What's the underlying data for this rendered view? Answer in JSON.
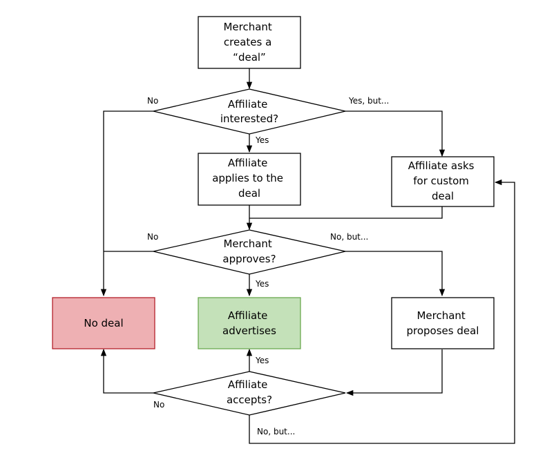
{
  "colors": {
    "default_fill": "#ffffff",
    "default_stroke": "#000000",
    "no_deal_fill": "#eeb0b3",
    "no_deal_stroke": "#b3202a",
    "advertises_fill": "#c4e1b9",
    "advertises_stroke": "#6aa84f"
  },
  "nodes": {
    "merchant_creates_deal": [
      "Merchant",
      "creates a",
      "“deal”"
    ],
    "affiliate_interested": [
      "Affiliate",
      "interested?"
    ],
    "affiliate_applies": [
      "Affiliate",
      "applies to the",
      "deal"
    ],
    "affiliate_asks_custom": [
      "Affiliate asks",
      "for custom",
      "deal"
    ],
    "merchant_approves": [
      "Merchant",
      "approves?"
    ],
    "no_deal": [
      "No deal"
    ],
    "affiliate_advertises": [
      "Affiliate",
      "advertises"
    ],
    "merchant_proposes": [
      "Merchant",
      "proposes deal"
    ],
    "affiliate_accepts": [
      "Affiliate",
      "accepts?"
    ]
  },
  "edges": {
    "interested_no": "No",
    "interested_yes_but": "Yes, but...",
    "interested_yes": "Yes",
    "approves_no": "No",
    "approves_no_but": "No, but...",
    "approves_yes": "Yes",
    "accepts_yes": "Yes",
    "accepts_no": "No",
    "accepts_no_but": "No, but..."
  }
}
